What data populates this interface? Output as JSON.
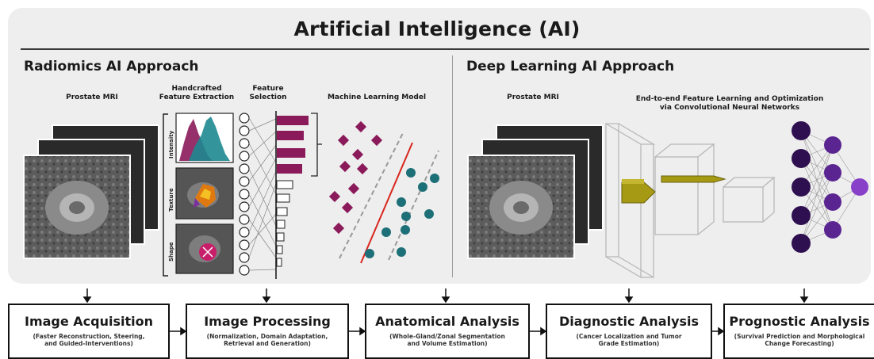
{
  "title": "Artificial Intelligence (AI)",
  "radiomics": {
    "heading": "Radiomics AI Approach",
    "mri_label": "Prostate MRI",
    "feature_extraction_label": "Handcrafted\nFeature Extraction",
    "feature_selection_label": "Feature\nSelection",
    "ml_model_label": "Machine Learning Model",
    "rows": [
      "Intensity",
      "Texture",
      "Shape"
    ]
  },
  "deep_learning": {
    "heading": "Deep Learning AI Approach",
    "mri_label": "Prostate MRI",
    "cnn_label": "End-to-end Feature Learning and Optimization\nvia Convolutional Neural Networks"
  },
  "stages": [
    {
      "title": "Image Acquisition",
      "subtitle": "(Faster Reconstruction, Steering,\nand Guided-Interventions)"
    },
    {
      "title": "Image Processing",
      "subtitle": "(Normalization, Domain Adaptation,\nRetrieval and Generation)"
    },
    {
      "title": "Anatomical Analysis",
      "subtitle": "(Whole-Gland/Zonal Segmentation\nand Volume Estimation)"
    },
    {
      "title": "Diagnostic Analysis",
      "subtitle": "(Cancer Localization and Tumor\nGrade Estimation)"
    },
    {
      "title": "Prognostic Analysis",
      "subtitle": "(Survival Prediction and Morphological\nChange Forecasting)"
    }
  ],
  "colors": {
    "magenta": "#8a1a5a",
    "teal": "#1d6f78",
    "dark_purple": "#2e1050",
    "purple": "#5a2590",
    "light_purple": "#8840c8",
    "olive": "#a69a14",
    "red_line": "#d8261e"
  }
}
